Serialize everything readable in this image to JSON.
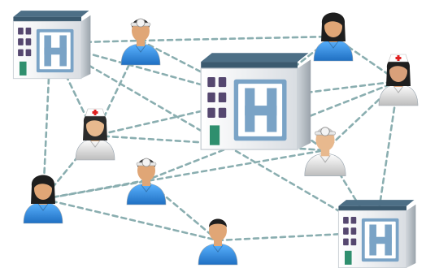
{
  "diagram": {
    "nodes": [
      {
        "id": "hospital-top-left",
        "kind": "hospital"
      },
      {
        "id": "hospital-center",
        "kind": "hospital"
      },
      {
        "id": "hospital-bottom-right",
        "kind": "hospital"
      },
      {
        "id": "doctor-top",
        "kind": "doctor",
        "skin": "#e0a676",
        "hair": "#2b2b2b",
        "shirt": "#2f8fe0"
      },
      {
        "id": "doctor-mid",
        "kind": "doctor",
        "skin": "#e0a676",
        "hair": "#3a3a3a",
        "shirt": "#3d9ae6"
      },
      {
        "id": "doctor-right",
        "kind": "doctor",
        "skin": "#e8b98e",
        "hair": "#c9c9c9",
        "shirt": "#d8d8d8"
      },
      {
        "id": "nurse-left",
        "kind": "nurse",
        "skin": "#e8b98e",
        "hair": "#2b2b2b",
        "shirt": "#e4e4e4"
      },
      {
        "id": "nurse-right",
        "kind": "nurse",
        "skin": "#d9a07a",
        "hair": "#1f1f1f",
        "shirt": "#e8e8e8"
      },
      {
        "id": "woman-top-right",
        "kind": "woman",
        "skin": "#e0a676",
        "hair": "#1e1e1e",
        "shirt": "#2f8fe0"
      },
      {
        "id": "woman-left",
        "kind": "woman",
        "skin": "#e0a676",
        "hair": "#1e1e1e",
        "shirt": "#2f8fe0"
      },
      {
        "id": "man-bottom",
        "kind": "man",
        "skin": "#e0a676",
        "hair": "#1e1e1e",
        "shirt": "#2f8fe0"
      }
    ],
    "links": [
      [
        "hospital-top-left",
        "doctor-top"
      ],
      [
        "hospital-top-left",
        "nurse-left"
      ],
      [
        "hospital-top-left",
        "woman-left"
      ],
      [
        "hospital-top-left",
        "hospital-center"
      ],
      [
        "hospital-top-left",
        "hospital-bottom-right"
      ],
      [
        "doctor-top",
        "woman-top-right"
      ],
      [
        "doctor-top",
        "hospital-center"
      ],
      [
        "doctor-top",
        "nurse-left"
      ],
      [
        "woman-top-right",
        "hospital-center"
      ],
      [
        "woman-top-right",
        "nurse-right"
      ],
      [
        "hospital-center",
        "nurse-right"
      ],
      [
        "hospital-center",
        "nurse-left"
      ],
      [
        "hospital-center",
        "doctor-right"
      ],
      [
        "nurse-right",
        "doctor-right"
      ],
      [
        "nurse-right",
        "hospital-bottom-right"
      ],
      [
        "nurse-right",
        "doctor-mid"
      ],
      [
        "nurse-left",
        "woman-left"
      ],
      [
        "nurse-left",
        "doctor-right"
      ],
      [
        "doctor-mid",
        "woman-left"
      ],
      [
        "doctor-mid",
        "man-bottom"
      ],
      [
        "woman-left",
        "man-bottom"
      ],
      [
        "woman-left",
        "doctor-right"
      ],
      [
        "man-bottom",
        "hospital-bottom-right"
      ],
      [
        "doctor-right",
        "hospital-bottom-right"
      ]
    ],
    "colors": {
      "link": "#8aaeb0",
      "building_front": "#f3f4f6",
      "building_side": "#bfc6cc",
      "roof": "#4d6f86",
      "window": "#55476f",
      "sign_blue": "#7aa3c6",
      "cross_red": "#e02020"
    }
  }
}
